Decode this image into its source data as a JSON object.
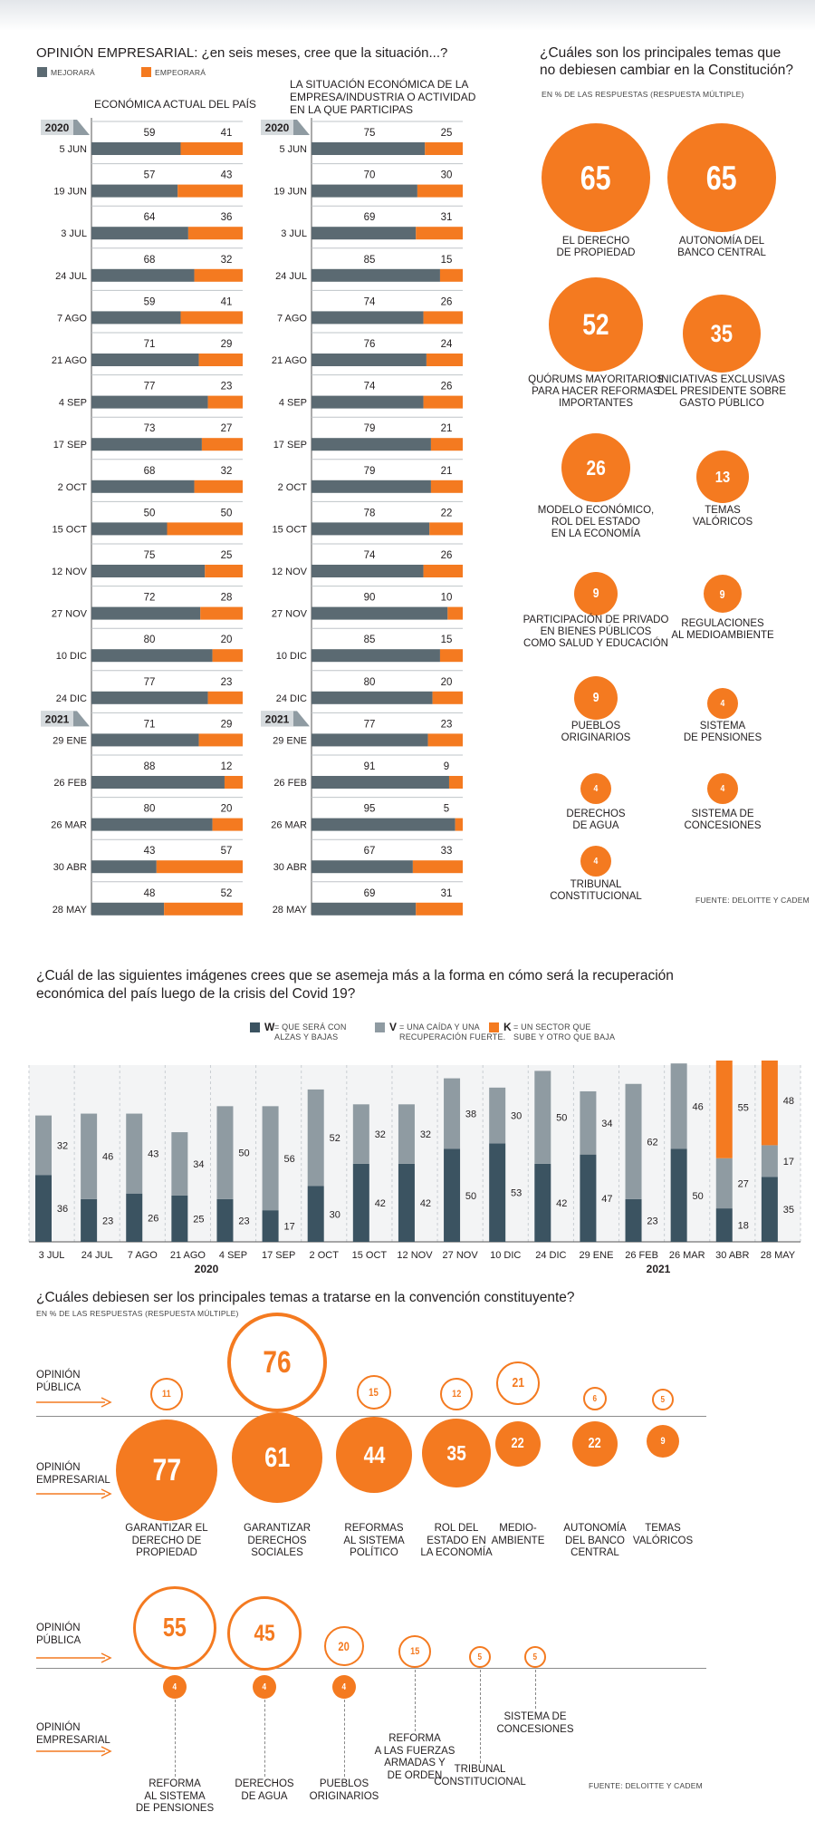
{
  "colors": {
    "grey": "#5b6a72",
    "orange": "#f47a20",
    "lightgrey": "#8f9ba2",
    "darkteal": "#3b5361",
    "line": "#bfc4c8"
  },
  "sec1": {
    "title": "OPINIÓN EMPRESARIAL: ¿en seis meses, cree que la situación...?",
    "legend": {
      "better": "MEJORARÁ",
      "worse": "EMPEORARÁ"
    },
    "left_title": "ECONÓMICA ACTUAL DEL PAÍS",
    "right_title": [
      "LA SITUACIÓN ECONÓMICA DE LA",
      "EMPRESA/INDUSTRIA O ACTIVIDAD",
      "EN LA QUE PARTICIPAS"
    ],
    "year1": "2020",
    "year2": "2021"
  },
  "sec2": {
    "title": [
      "¿Cuáles son los principales temas que",
      "no debiesen cambiar en la Constitución?"
    ],
    "subtitle": "EN % DE LAS RESPUESTAS (RESPUESTA MÚLTIPLE)",
    "source": "FUENTE: DELOITTE Y CADEM"
  },
  "sec3": {
    "title": [
      "¿Cuál de las siguientes imágenes crees que se asemeja más a la forma en cómo será la recuperación",
      "económica del país luego de la crisis del Covid 19?"
    ],
    "legend": [
      {
        "key": "W",
        "text": [
          "= QUE SERÁ CON",
          "ALZAS Y BAJAS"
        ]
      },
      {
        "key": "V",
        "text": [
          "= UNA CAÍDA Y UNA",
          "RECUPERACIÓN FUERTE."
        ]
      },
      {
        "key": "K",
        "text": [
          "= UN SECTOR QUE",
          "SUBE Y OTRO QUE BAJA"
        ]
      }
    ],
    "year1": "2020",
    "year2": "2021"
  },
  "sec4": {
    "title": "¿Cuáles debiesen ser los principales temas a tratarse en la convención constituyente?",
    "subtitle": "EN % DE LAS RESPUESTAS (RESPUESTA MÚLTIPLE)",
    "public": [
      "OPINIÓN",
      "PÚBLICA"
    ],
    "business": [
      "OPINIÓN",
      "EMPRESARIAL"
    ],
    "source": "FUENTE: DELOITTE Y CADEM"
  },
  "chart_data": [
    {
      "type": "bar",
      "title": "ECONÓMICA ACTUAL DEL PAÍS",
      "categories": [
        "5 JUN",
        "19 JUN",
        "3 JUL",
        "24 JUL",
        "7 AGO",
        "21 AGO",
        "4 SEP",
        "17 SEP",
        "2 OCT",
        "15 OCT",
        "12 NOV",
        "27 NOV",
        "10 DIC",
        "24 DIC",
        "29 ENE",
        "26 FEB",
        "26 MAR",
        "30 ABR",
        "28 MAY"
      ],
      "series": [
        {
          "name": "MEJORARÁ",
          "values": [
            59,
            57,
            64,
            68,
            59,
            71,
            77,
            73,
            68,
            50,
            75,
            72,
            80,
            77,
            71,
            88,
            80,
            43,
            48
          ]
        },
        {
          "name": "EMPEORARÁ",
          "values": [
            41,
            43,
            36,
            32,
            41,
            29,
            23,
            27,
            32,
            50,
            25,
            28,
            20,
            23,
            29,
            12,
            20,
            57,
            52
          ]
        }
      ]
    },
    {
      "type": "bar",
      "title": "LA SITUACIÓN ECONÓMICA DE LA EMPRESA/INDUSTRIA O ACTIVIDAD EN LA QUE PARTICIPAS",
      "categories": [
        "5 JUN",
        "19 JUN",
        "3 JUL",
        "24 JUL",
        "7 AGO",
        "21 AGO",
        "4 SEP",
        "17 SEP",
        "2 OCT",
        "15 OCT",
        "12 NOV",
        "27 NOV",
        "10 DIC",
        "24 DIC",
        "29 ENE",
        "26 FEB",
        "26 MAR",
        "30 ABR",
        "28 MAY"
      ],
      "series": [
        {
          "name": "MEJORARÁ",
          "values": [
            75,
            70,
            69,
            85,
            74,
            76,
            74,
            79,
            79,
            78,
            74,
            90,
            85,
            80,
            77,
            91,
            95,
            67,
            69
          ]
        },
        {
          "name": "EMPEORARÁ",
          "values": [
            25,
            30,
            31,
            15,
            26,
            24,
            26,
            21,
            21,
            22,
            26,
            10,
            15,
            20,
            23,
            9,
            5,
            33,
            31
          ]
        }
      ]
    },
    {
      "type": "bubble",
      "title": "¿Cuáles son los principales temas que no debiesen cambiar en la Constitución?",
      "items": [
        {
          "label": [
            "EL DERECHO",
            "DE PROPIEDAD"
          ],
          "value": 65
        },
        {
          "label": [
            "AUTONOMÍA DEL",
            "BANCO CENTRAL"
          ],
          "value": 65
        },
        {
          "label": [
            "QUÓRUMS MAYORITARIOS",
            "PARA HACER REFORMAS",
            "IMPORTANTES"
          ],
          "value": 52
        },
        {
          "label": [
            "INICIATIVAS EXCLUSIVAS",
            "DEL PRESIDENTE SOBRE",
            "GASTO PÚBLICO"
          ],
          "value": 35
        },
        {
          "label": [
            "MODELO ECONÓMICO,",
            "ROL DEL ESTADO",
            "EN LA ECONOMÍA"
          ],
          "value": 26
        },
        {
          "label": [
            "TEMAS",
            "VALÓRICOS"
          ],
          "value": 13
        },
        {
          "label": [
            "PARTICIPACIÓN DE PRIVADO",
            "EN BIENES PÚBLICOS",
            "COMO SALUD Y EDUCACIÓN"
          ],
          "value": 9
        },
        {
          "label": [
            "REGULACIONES",
            "AL MEDIOAMBIENTE"
          ],
          "value": 9
        },
        {
          "label": [
            "PUEBLOS",
            "ORIGINARIOS"
          ],
          "value": 9
        },
        {
          "label": [
            "SISTEMA",
            "DE PENSIONES"
          ],
          "value": 4
        },
        {
          "label": [
            "DERECHOS",
            "DE AGUA"
          ],
          "value": 4
        },
        {
          "label": [
            "SISTEMA DE",
            "CONCESIONES"
          ],
          "value": 4
        },
        {
          "label": [
            "TRIBUNAL",
            "CONSTITUCIONAL"
          ],
          "value": 4
        }
      ]
    },
    {
      "type": "bar",
      "title": "¿Cuál de las siguientes imágenes crees que se asemeja más a la forma en cómo será la recuperación económica del país luego de la crisis del Covid 19?",
      "categories": [
        "3 JUL",
        "24 JUL",
        "7 AGO",
        "21 AGO",
        "4 SEP",
        "17 SEP",
        "2 OCT",
        "15 OCT",
        "12 NOV",
        "27 NOV",
        "10 DIC",
        "24 DIC",
        "29 ENE",
        "26 FEB",
        "26 MAR",
        "30 ABR",
        "28 MAY"
      ],
      "series": [
        {
          "name": "W",
          "values": [
            36,
            23,
            26,
            25,
            23,
            17,
            30,
            42,
            42,
            50,
            53,
            42,
            47,
            23,
            50,
            18,
            35
          ]
        },
        {
          "name": "V",
          "values": [
            32,
            46,
            43,
            34,
            50,
            56,
            52,
            32,
            32,
            38,
            30,
            50,
            34,
            62,
            46,
            27,
            17
          ]
        },
        {
          "name": "K",
          "values": [
            null,
            null,
            null,
            null,
            null,
            null,
            null,
            null,
            null,
            null,
            null,
            null,
            null,
            null,
            null,
            55,
            48
          ]
        }
      ]
    },
    {
      "type": "bubble",
      "title": "¿Cuáles debiesen ser los principales temas a tratarse en la convención constituyente?",
      "items": [
        {
          "label": [
            "GARANTIZAR EL",
            "DERECHO DE",
            "PROPIEDAD"
          ],
          "public": 11,
          "business": 77
        },
        {
          "label": [
            "GARANTIZAR",
            "DERECHOS",
            "SOCIALES"
          ],
          "public": 76,
          "business": 61
        },
        {
          "label": [
            "REFORMAS",
            "AL SISTEMA",
            "POLÍTICO"
          ],
          "public": 15,
          "business": 44
        },
        {
          "label": [
            "ROL DEL",
            "ESTADO EN",
            "LA ECONOMÍA"
          ],
          "public": 12,
          "business": 35
        },
        {
          "label": [
            "MEDIO-",
            "AMBIENTE"
          ],
          "public": 21,
          "business": 22
        },
        {
          "label": [
            "AUTONOMÍA",
            "DEL BANCO",
            "CENTRAL"
          ],
          "public": 6,
          "business": 22
        },
        {
          "label": [
            "TEMAS",
            "VALÓRICOS"
          ],
          "public": 5,
          "business": 9
        },
        {
          "label": [
            "REFORMA",
            "AL SISTEMA",
            "DE PENSIONES"
          ],
          "public": 55,
          "business": 4
        },
        {
          "label": [
            "DERECHOS",
            "DE AGUA"
          ],
          "public": 45,
          "business": 4
        },
        {
          "label": [
            "PUEBLOS",
            "ORIGINARIOS"
          ],
          "public": 20,
          "business": 4
        },
        {
          "label": [
            "REFORMA",
            "A LAS FUERZAS",
            "ARMADAS Y",
            "DE ORDEN"
          ],
          "public": 15,
          "business": null
        },
        {
          "label": [
            "TRIBUNAL",
            "CONSTITUCIONAL"
          ],
          "public": 5,
          "business": null
        },
        {
          "label": [
            "SISTEMA DE",
            "CONCESIONES"
          ],
          "public": 5,
          "business": null
        }
      ]
    }
  ]
}
